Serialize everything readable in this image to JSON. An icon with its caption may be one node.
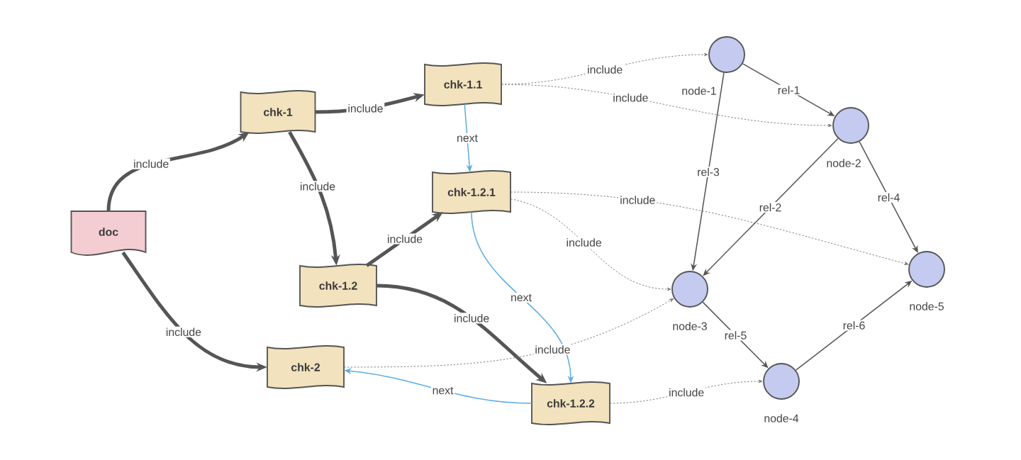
{
  "diagram": {
    "nodes": [
      {
        "text": [
          "doc"
        ]
      },
      {
        "text": [
          "chk-1"
        ]
      },
      {
        "text": [
          "chk-1.1"
        ]
      },
      {
        "text": [
          "chk-1.2"
        ]
      },
      {
        "text": [
          "chk-1.2.1"
        ]
      },
      {
        "text": [
          "chk-2"
        ]
      },
      {
        "text": [
          "chk-1.2.2"
        ]
      },
      {
        "text": [],
        "shape": "circle",
        "beside": [
          "node-1"
        ]
      },
      {
        "text": [],
        "shape": "circle",
        "beside": [
          "node-2"
        ]
      },
      {
        "text": [],
        "shape": "circle",
        "beside": [
          "node-3"
        ]
      },
      {
        "text": [],
        "shape": "circle",
        "beside": [
          "node-4"
        ]
      },
      {
        "text": [],
        "shape": "circle",
        "beside": [
          "node-5"
        ]
      }
    ],
    "edges": [
      {
        "from": 0,
        "to": 1,
        "arrow": "to",
        "label": "include",
        "style": "thick"
      },
      {
        "from": 0,
        "to": 5,
        "arrow": "to",
        "label": "include",
        "style": "thick"
      },
      {
        "from": 1,
        "to": 2,
        "arrow": "to",
        "label": "include",
        "style": "thick"
      },
      {
        "from": 1,
        "to": 3,
        "arrow": "to",
        "label": "include",
        "style": "thick"
      },
      {
        "from": 3,
        "to": 4,
        "arrow": "to",
        "label": "include",
        "style": "thick"
      },
      {
        "from": 3,
        "to": 6,
        "arrow": "to",
        "label": "include",
        "style": "thick"
      },
      {
        "from": 2,
        "to": 4,
        "arrow": "to",
        "label": "next",
        "color": "#5dade2"
      },
      {
        "from": 4,
        "to": 6,
        "arrow": "to",
        "label": "next",
        "color": "#5dade2"
      },
      {
        "from": 6,
        "to": 5,
        "arrow": "to",
        "label": "next",
        "color": "#5dade2"
      },
      {
        "from": 2,
        "to": 7,
        "arrow": "to",
        "label": "include",
        "style": "dashed"
      },
      {
        "from": 2,
        "to": 8,
        "arrow": "to",
        "label": "include",
        "style": "dashed"
      },
      {
        "from": 4,
        "to": 11,
        "arrow": "to",
        "label": "include",
        "style": "dashed"
      },
      {
        "from": 4,
        "to": 9,
        "arrow": "to",
        "label": "include",
        "style": "dashed"
      },
      {
        "from": 5,
        "to": 9,
        "arrow": "to",
        "label": "include",
        "style": "dashed"
      },
      {
        "from": 6,
        "to": 10,
        "arrow": "to",
        "label": "include",
        "style": "dashed"
      },
      {
        "from": 7,
        "to": 8,
        "arrow": "to",
        "label": "rel-1"
      },
      {
        "from": 8,
        "to": 9,
        "arrow": "to",
        "label": "rel-2"
      },
      {
        "from": 7,
        "to": 9,
        "arrow": "to",
        "label": "rel-3"
      },
      {
        "from": 8,
        "to": 11,
        "arrow": "to",
        "label": "rel-4"
      },
      {
        "from": 9,
        "to": 10,
        "arrow": "to",
        "label": "rel-5"
      },
      {
        "from": 10,
        "to": 11,
        "arrow": "to",
        "label": "rel-6"
      }
    ]
  }
}
